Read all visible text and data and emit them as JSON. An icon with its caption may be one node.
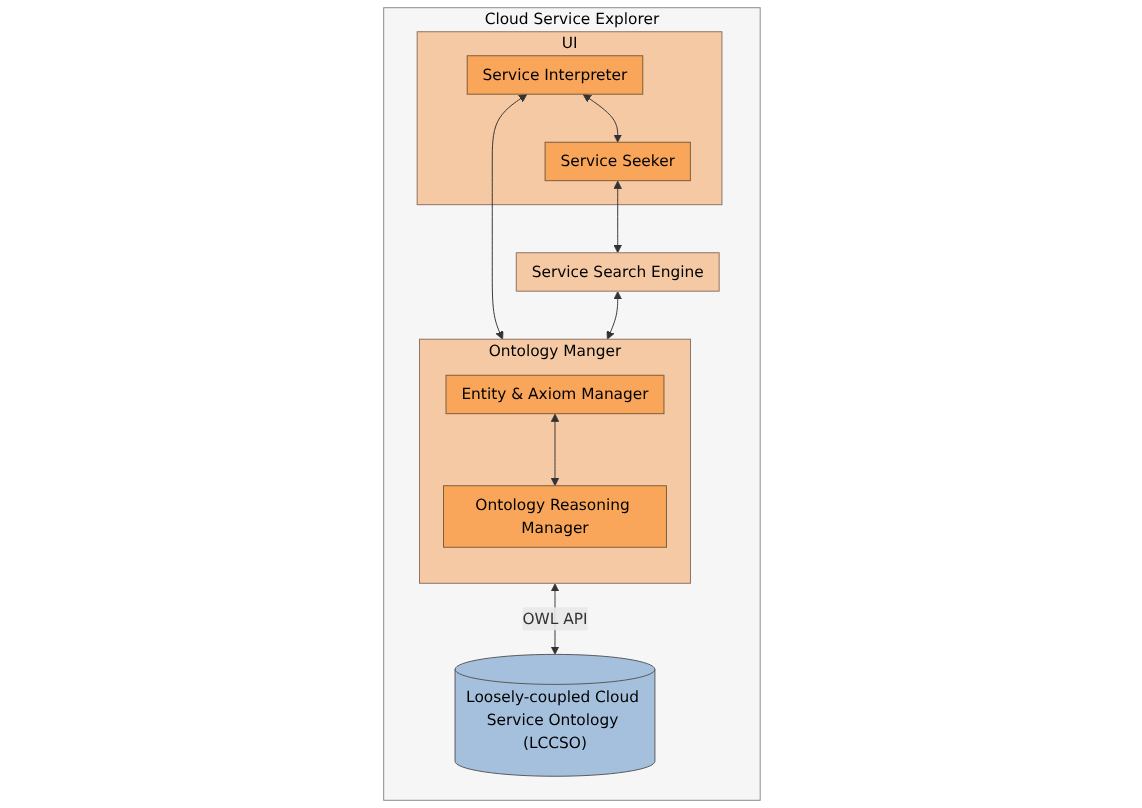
{
  "diagram": {
    "nodes": [
      {
        "text": [
          "Cloud Service Explorer"
        ]
      },
      {
        "text": [
          "UI"
        ],
        "in": 0
      },
      {
        "text": [
          "Service Interpreter"
        ],
        "in": 1
      },
      {
        "text": [
          "Service Seeker"
        ],
        "in": 1
      },
      {
        "text": [
          "Service Search Engine"
        ],
        "in": 0
      },
      {
        "text": [
          "Ontology Manger"
        ],
        "in": 0
      },
      {
        "text": [
          "Entity & Axiom Manager"
        ],
        "in": 5
      },
      {
        "text": [
          "Ontology Reasoning Manager"
        ],
        "in": 5
      },
      {
        "text": [
          "Loosely-coupled Cloud Service Ontology (LCCSO)"
        ],
        "in": 0
      }
    ],
    "edges": [
      {
        "from": 2,
        "to": 5,
        "arrow": "both"
      },
      {
        "from": 2,
        "to": 3,
        "arrow": "both"
      },
      {
        "from": 3,
        "to": 4,
        "arrow": "both"
      },
      {
        "from": 4,
        "to": 5,
        "arrow": "both"
      },
      {
        "from": 6,
        "to": 7,
        "arrow": "both"
      },
      {
        "from": 5,
        "to": 8,
        "arrow": "both",
        "label": "OWL API"
      }
    ]
  }
}
